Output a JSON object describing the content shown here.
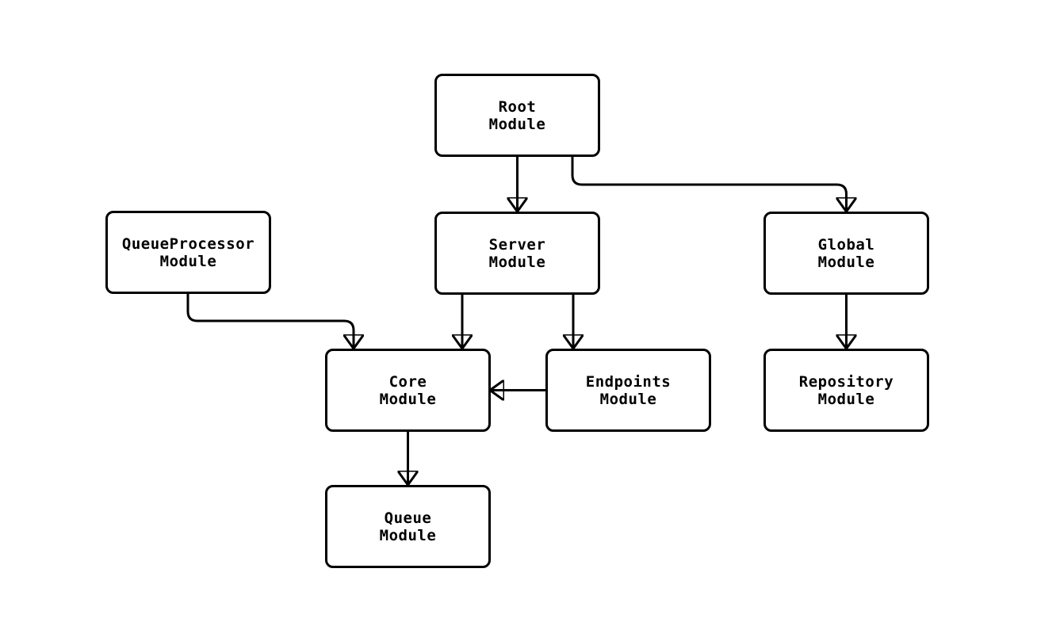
{
  "diagram": {
    "type": "flowchart",
    "background_color": "#ffffff",
    "node_border_color": "#000000",
    "node_fill_color": "#ffffff",
    "edge_color": "#000000",
    "text_color": "#000000",
    "nodes": [
      {
        "id": "root",
        "line1": "Root",
        "line2": "Module"
      },
      {
        "id": "queueprocessor",
        "line1": "QueueProcessor",
        "line2": "Module"
      },
      {
        "id": "server",
        "line1": "Server",
        "line2": "Module"
      },
      {
        "id": "global",
        "line1": "Global",
        "line2": "Module"
      },
      {
        "id": "core",
        "line1": "Core",
        "line2": "Module"
      },
      {
        "id": "endpoints",
        "line1": "Endpoints",
        "line2": "Module"
      },
      {
        "id": "repository",
        "line1": "Repository",
        "line2": "Module"
      },
      {
        "id": "queue",
        "line1": "Queue",
        "line2": "Module"
      }
    ],
    "edges": [
      {
        "from": "root",
        "to": "server"
      },
      {
        "from": "root",
        "to": "global"
      },
      {
        "from": "queueprocessor",
        "to": "core"
      },
      {
        "from": "server",
        "to": "core"
      },
      {
        "from": "server",
        "to": "endpoints"
      },
      {
        "from": "global",
        "to": "repository"
      },
      {
        "from": "endpoints",
        "to": "core"
      },
      {
        "from": "core",
        "to": "queue"
      }
    ]
  }
}
